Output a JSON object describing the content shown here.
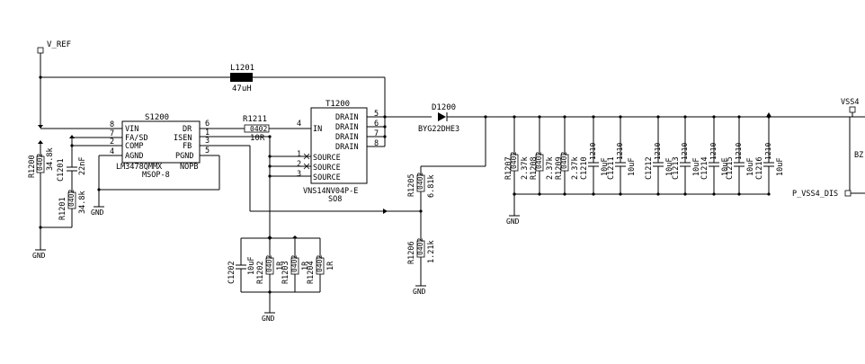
{
  "nets": {
    "v_ref": "V_REF",
    "vss4": "VSS4",
    "p_vss4_dis": "P_VSS4_DIS",
    "gnd": "GND",
    "bz": "BZ"
  },
  "ic_s1200": {
    "ref": "S1200",
    "part": "LM3478QMMX",
    "package": "MSOP-8",
    "nopb": "NOPB",
    "pins_left": [
      {
        "num": "8",
        "name": "VIN"
      },
      {
        "num": "7",
        "name": "FA/SD"
      },
      {
        "num": "2",
        "name": "COMP"
      },
      {
        "num": "4",
        "name": "AGND"
      }
    ],
    "pins_right": [
      {
        "num": "6",
        "name": "DR"
      },
      {
        "num": "1",
        "name": "ISEN"
      },
      {
        "num": "3",
        "name": "FB"
      },
      {
        "num": "5",
        "name": "PGND"
      }
    ]
  },
  "ic_t1200": {
    "ref": "T1200",
    "part": "VNS14NV04P-E",
    "package": "SO8",
    "in_pin": {
      "num": "4",
      "name": "IN"
    },
    "source_pins": [
      {
        "num": "1",
        "name": "SOURCE"
      },
      {
        "num": "2",
        "name": "SOURCE"
      },
      {
        "num": "3",
        "name": "SOURCE"
      }
    ],
    "drain_pins": [
      {
        "num": "5",
        "name": "DRAIN"
      },
      {
        "num": "6",
        "name": "DRAIN"
      },
      {
        "num": "7",
        "name": "DRAIN"
      },
      {
        "num": "8",
        "name": "DRAIN"
      }
    ]
  },
  "inductor": {
    "ref": "L1201",
    "value": "47uH"
  },
  "diode": {
    "ref": "D1200",
    "value": "BYG22DHE3"
  },
  "r1211": {
    "ref": "R1211",
    "pkg": "0402",
    "value": "10R"
  },
  "r1200": {
    "ref": "R1200",
    "pkg": "0402",
    "value": "34.8k"
  },
  "c1201": {
    "ref": "C1201",
    "pkg": "0402",
    "value": "22nF"
  },
  "r1201": {
    "ref": "R1201",
    "pkg": "0402",
    "value": "34.8k"
  },
  "c1202": {
    "ref": "C1202",
    "pkg": "1210",
    "value": "10uF"
  },
  "r1202": {
    "ref": "R1202",
    "pkg": "0402",
    "value": "1R"
  },
  "r1203": {
    "ref": "R1203",
    "pkg": "0402",
    "value": "1R"
  },
  "r1204": {
    "ref": "R1204",
    "pkg": "0402",
    "value": "1R"
  },
  "r1205": {
    "ref": "R1205",
    "pkg": "0402",
    "value": "6.81k"
  },
  "r1206": {
    "ref": "R1206",
    "pkg": "0402",
    "value": "1.21k"
  },
  "out_resistors": [
    {
      "ref": "R1207",
      "pkg": "0402",
      "value": "2.37k"
    },
    {
      "ref": "R1208",
      "pkg": "0402",
      "value": "2.37k"
    },
    {
      "ref": "R1209",
      "pkg": "0402",
      "value": "2.37k"
    }
  ],
  "out_caps": [
    {
      "ref": "C1210",
      "pkg": "1210",
      "value": "10uF"
    },
    {
      "ref": "C1211",
      "pkg": "1210",
      "value": "10uF"
    },
    {
      "ref": "C1212",
      "pkg": "1210",
      "value": "10uF"
    },
    {
      "ref": "C1213",
      "pkg": "1210",
      "value": "10uF"
    },
    {
      "ref": "C1214",
      "pkg": "1210",
      "value": "10uF"
    },
    {
      "ref": "C1215",
      "pkg": "1210",
      "value": "10uF"
    },
    {
      "ref": "C1216",
      "pkg": "1210",
      "value": "10uF"
    }
  ]
}
